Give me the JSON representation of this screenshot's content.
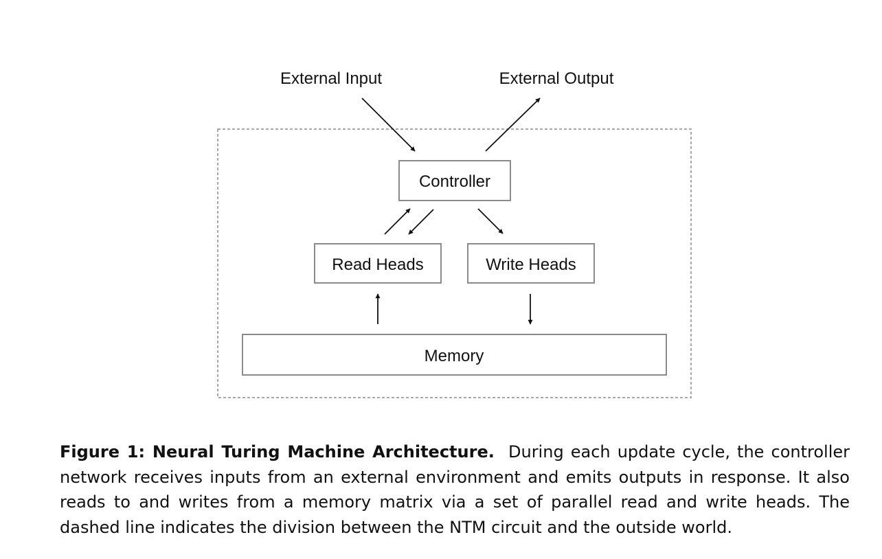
{
  "diagram": {
    "labels": {
      "external_input": "External Input",
      "external_output": "External Output",
      "controller": "Controller",
      "read_heads": "Read Heads",
      "write_heads": "Write Heads",
      "memory": "Memory"
    }
  },
  "caption": {
    "label": "Figure 1:  Neural Turing Machine Architecture.",
    "text": "During each update cycle, the controller network receives inputs from an external environment and emits outputs in response.  It also reads to and writes from a memory matrix via a set of parallel read and write heads.  The dashed line indicates the division between the NTM circuit and the outside world."
  }
}
